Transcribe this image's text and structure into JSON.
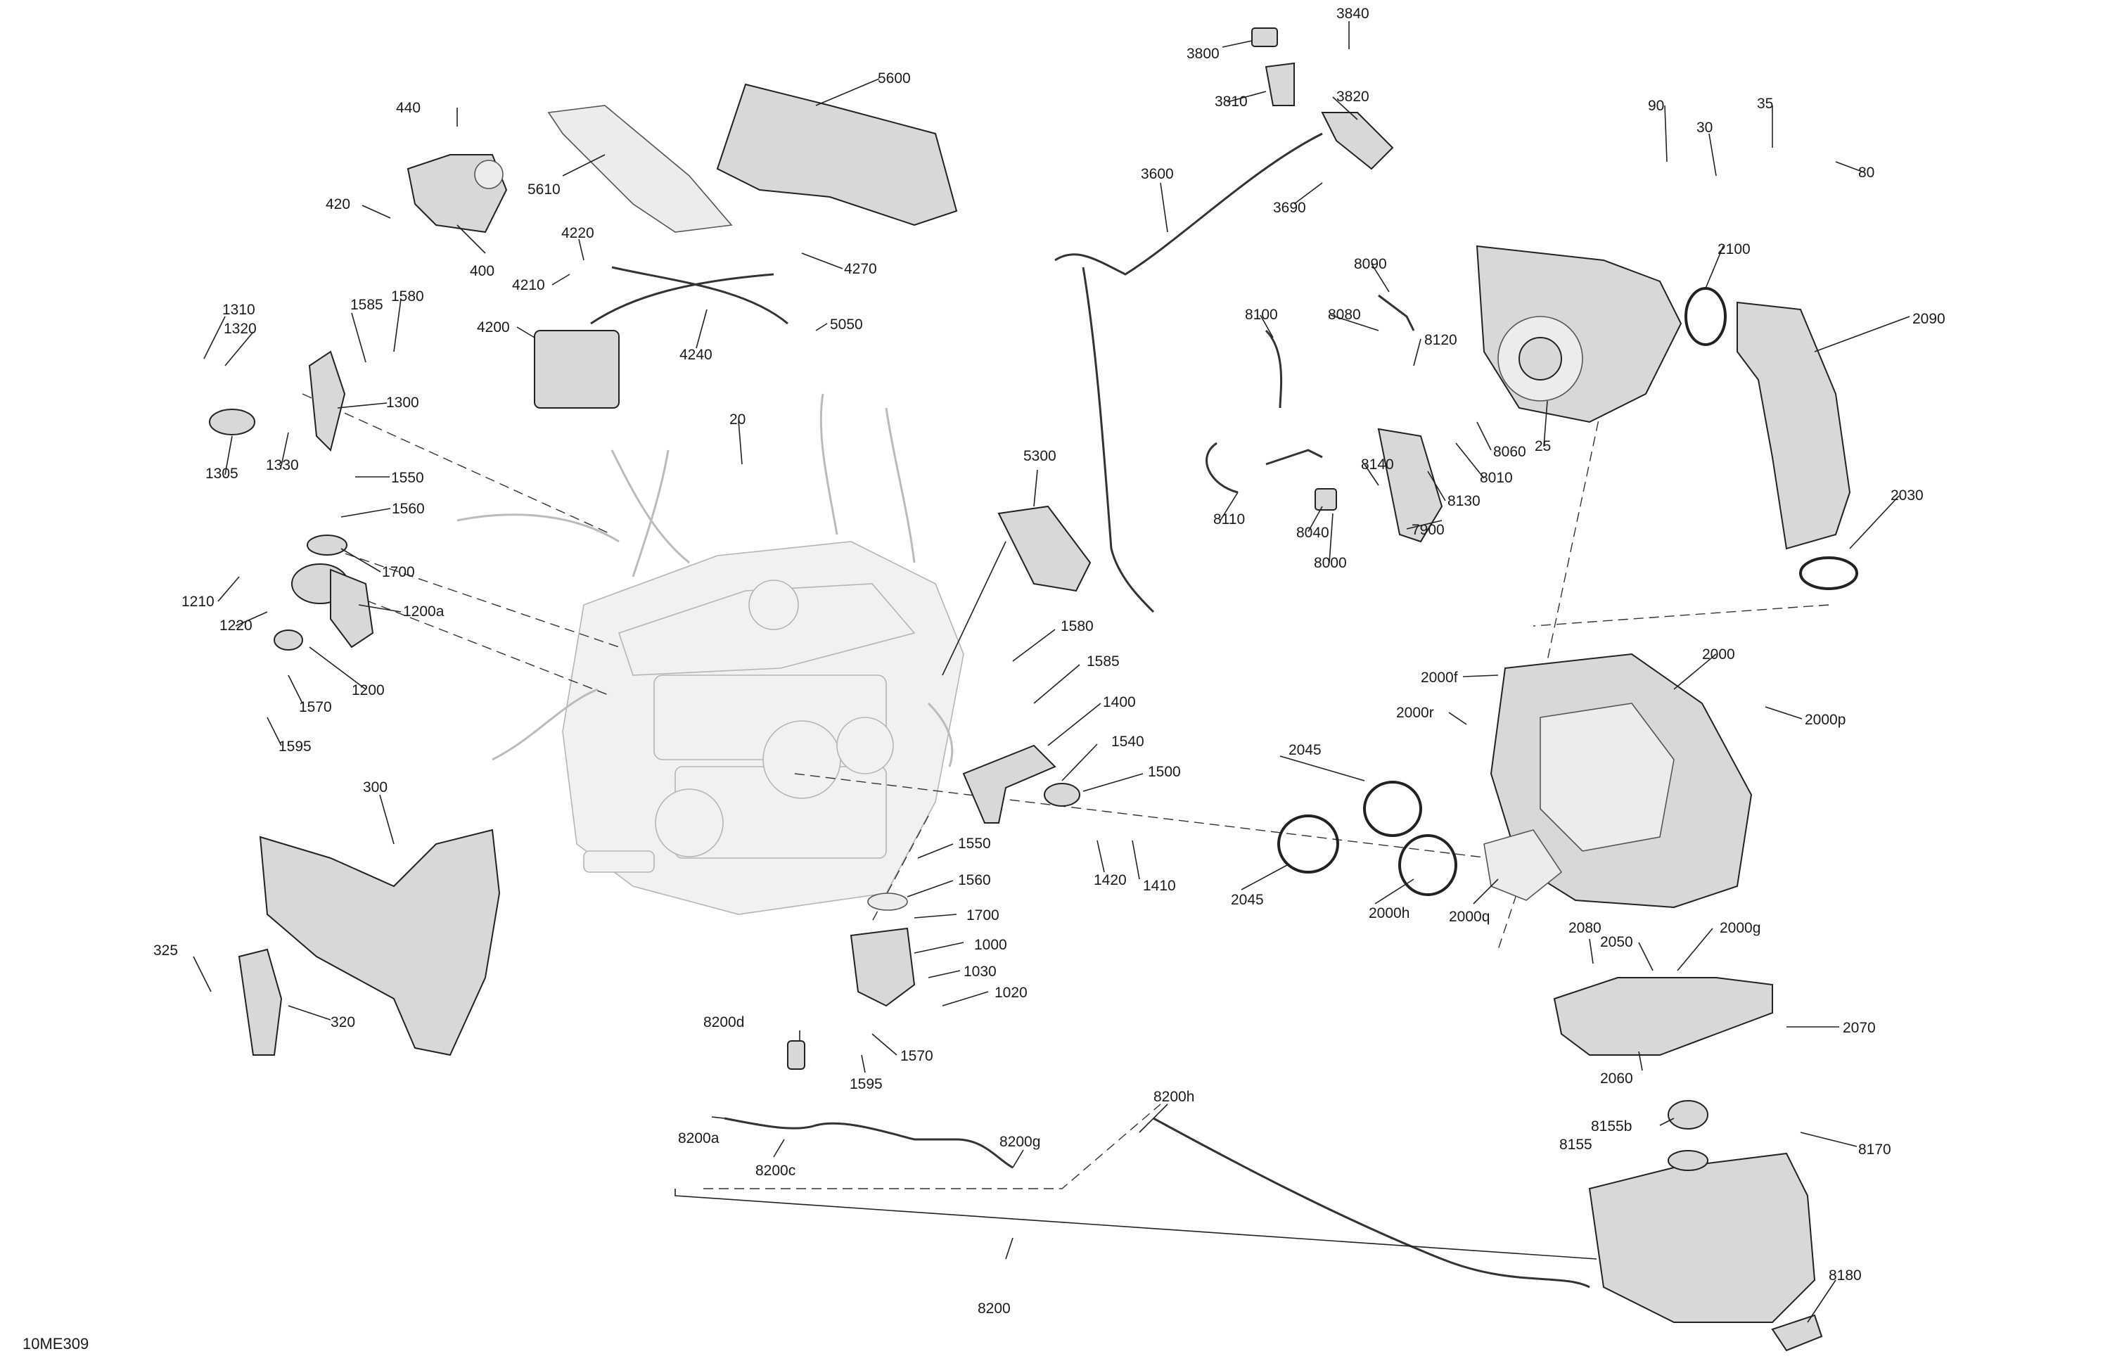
{
  "diagram": {
    "reference_code": "10ME309",
    "callouts": [
      "5600",
      "440",
      "5610",
      "420",
      "400",
      "4220",
      "4210",
      "4270",
      "4200",
      "4240",
      "5050",
      "1310",
      "1320",
      "1585",
      "1580",
      "1300",
      "1305",
      "1330",
      "20",
      "1550",
      "1560",
      "1700",
      "1210",
      "1200a",
      "1220",
      "1200",
      "1570",
      "1595",
      "300",
      "325",
      "320",
      "5300",
      "1580",
      "1585",
      "1400",
      "1540",
      "1500",
      "1550",
      "1560",
      "1700",
      "1000",
      "1030",
      "1020",
      "1420",
      "1410",
      "1570",
      "1595",
      "3800",
      "3840",
      "3810",
      "3820",
      "3600",
      "3690",
      "90",
      "35",
      "30",
      "80",
      "8090",
      "8100",
      "8080",
      "8120",
      "2100",
      "2090",
      "25",
      "8060",
      "8010",
      "8140",
      "8130",
      "8110",
      "8040",
      "8000",
      "7900",
      "2030",
      "2000f",
      "2000",
      "2000r",
      "2000p",
      "2045",
      "2045",
      "2000h",
      "2000q",
      "2080",
      "2050",
      "2000g",
      "2070",
      "2060",
      "8200d",
      "8200h",
      "8200g",
      "8200a",
      "8200c",
      "8155b",
      "8170",
      "8155",
      "8180",
      "8200"
    ]
  }
}
